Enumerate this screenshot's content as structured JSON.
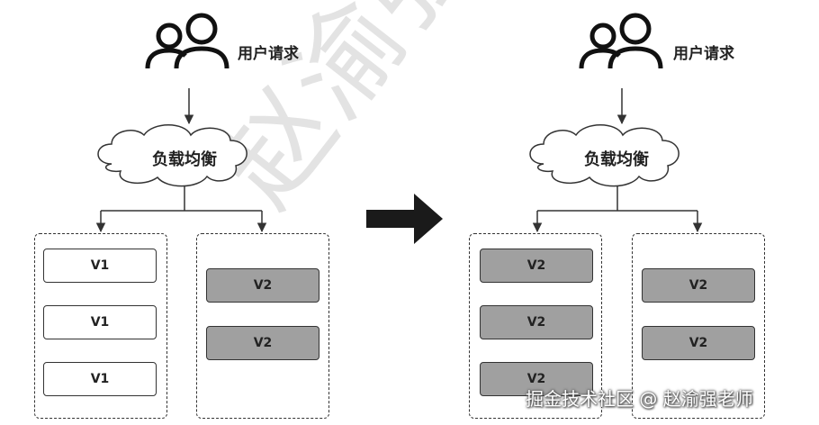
{
  "watermark": "赵渝强老师",
  "left_panel": {
    "user_label": "用户请求",
    "balancer_label": "负载均衡",
    "group1": [
      "V1",
      "V1",
      "V1"
    ],
    "group2": [
      "V2",
      "V2"
    ]
  },
  "right_panel": {
    "user_label": "用户请求",
    "balancer_label": "负载均衡",
    "group1": [
      "V2",
      "V2",
      "V2"
    ],
    "group2": [
      "V2",
      "V2"
    ]
  },
  "credit": "掘金技术社区 @ 赵渝强老师",
  "colors": {
    "v1_fill": "#ffffff",
    "v2_fill": "#a0a0a0",
    "line": "#333333"
  }
}
